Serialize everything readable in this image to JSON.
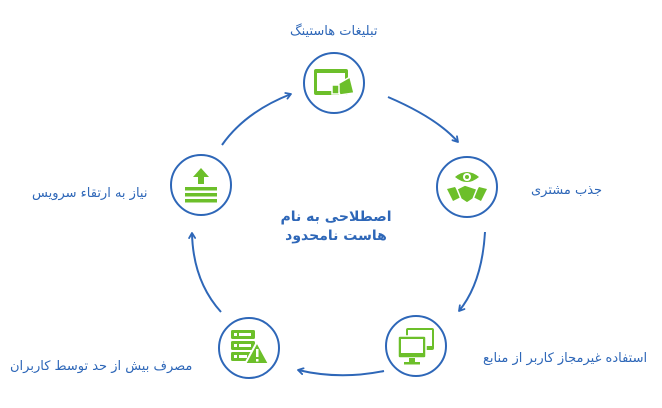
{
  "center": {
    "line1": "اصطلاحی به نام",
    "line2": "هاست نامحدود"
  },
  "nodes": [
    {
      "label": "تبلیغات هاستینگ",
      "icon": "megaphone-video-icon"
    },
    {
      "label": "جذب مشتری",
      "icon": "handshake-eye-icon"
    },
    {
      "label": "استفاده غیرمجاز کاربر از منابع",
      "icon": "monitors-icon"
    },
    {
      "label": "مصرف بیش از حد توسط کاربران",
      "icon": "server-warning-icon"
    },
    {
      "label": "نیاز به ارتقاء سرویس",
      "icon": "upgrade-icon"
    }
  ],
  "colors": {
    "accent": "#2e67b8",
    "icon_green": "#6cbf2a"
  }
}
